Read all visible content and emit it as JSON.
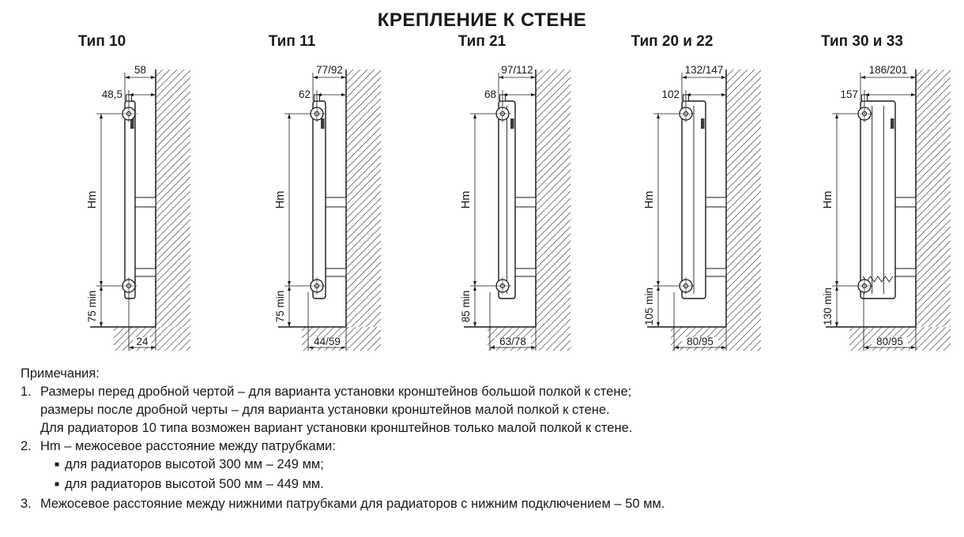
{
  "title": "КРЕПЛЕНИЕ К СТЕНЕ",
  "colors": {
    "line": "#1a1a1a",
    "background": "#ffffff",
    "hatch": "#666666"
  },
  "icons": {
    "bullet": "■"
  },
  "diagrams": [
    {
      "title": "Тип 10",
      "dim_top": "58",
      "dim_axis": "48,5",
      "hm": "Hm",
      "floor_min": "75 min",
      "dim_bottom": "24"
    },
    {
      "title": "Тип 11",
      "dim_top": "77/92",
      "dim_axis": "62",
      "hm": "Hm",
      "floor_min": "75 min",
      "dim_bottom": "44/59"
    },
    {
      "title": "Тип 21",
      "dim_top": "97/112",
      "dim_axis": "68",
      "hm": "Hm",
      "floor_min": "85 min",
      "dim_bottom": "63/78"
    },
    {
      "title": "Тип 20 и 22",
      "dim_top": "132/147",
      "dim_axis": "102",
      "hm": "Hm",
      "floor_min": "105 min",
      "dim_bottom": "80/95"
    },
    {
      "title": "Тип 30 и 33",
      "dim_top": "186/201",
      "dim_axis": "157",
      "hm": "Hm",
      "floor_min": "130 min",
      "dim_bottom": "80/95"
    }
  ],
  "notes": {
    "heading": "Примечания:",
    "items": [
      {
        "num": "1.",
        "lines": [
          "Размеры перед дробной чертой – для варианта установки кронштейнов большой полкой к стене;",
          "размеры после дробной черты – для варианта установки кронштейнов малой полкой к стене.",
          "Для радиаторов 10 типа возможен вариант установки кронштейнов только малой полкой к стене."
        ]
      },
      {
        "num": "2.",
        "lines": [
          "Hm – межосевое расстояние между патрубками:"
        ],
        "bullets": [
          "для радиаторов высотой 300 мм – 249 мм;",
          "для радиаторов высотой 500 мм – 449 мм."
        ]
      },
      {
        "num": "3.",
        "lines": [
          "Межосевое расстояние между нижними патрубками для радиаторов с нижним подключением – 50 мм."
        ]
      }
    ]
  }
}
